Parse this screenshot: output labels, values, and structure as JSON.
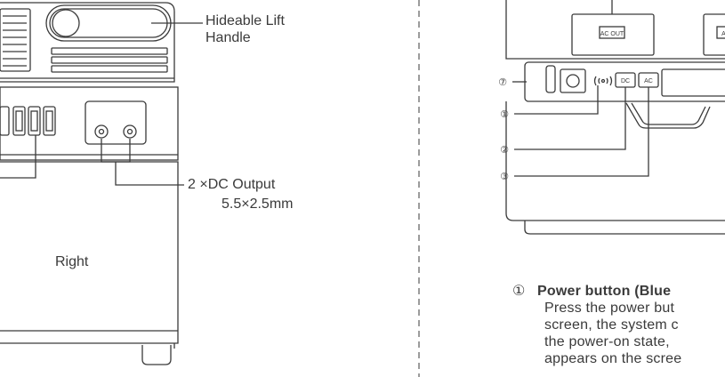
{
  "left_figure": {
    "handle_label_line1": "Hideable Lift",
    "handle_label_line2": "Handle",
    "dc_label_line1": "2 ×DC Output",
    "dc_label_line2": "5.5×2.5mm",
    "side_label": "Right"
  },
  "right_figure": {
    "socket_label_1": "AC OUT",
    "socket_label_2": "AC",
    "button_dc": "DC",
    "button_ac": "AC",
    "callouts": [
      "⑦",
      "①",
      "②",
      "③"
    ]
  },
  "description": {
    "number": "①",
    "title": "Power button (Blue",
    "line2": "Press the power but",
    "line3": "screen, the system c",
    "line4": "the power-on state,",
    "line5": "appears on the scree"
  }
}
